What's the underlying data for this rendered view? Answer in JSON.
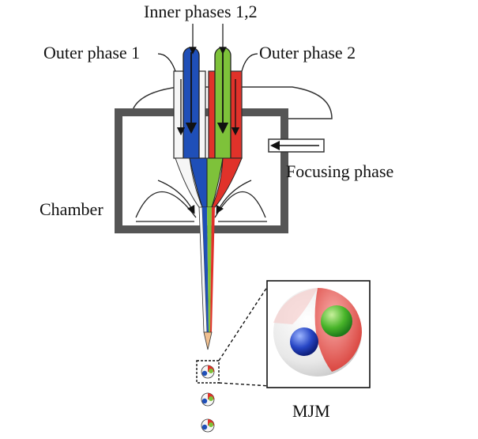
{
  "labels": {
    "inner_phases": "Inner phases 1,2",
    "outer_phase_1": "Outer phase 1",
    "outer_phase_2": "Outer phase 2",
    "focusing_phase": "Focusing phase",
    "chamber": "Chamber",
    "mjm": "MJM"
  },
  "colors": {
    "inner_phase_1": "#1f4fb8",
    "inner_phase_2": "#7ec23a",
    "outer_phase_1": "#f4f4f4",
    "outer_phase_2": "#e0322a",
    "chamber_wall": "#555555"
  }
}
